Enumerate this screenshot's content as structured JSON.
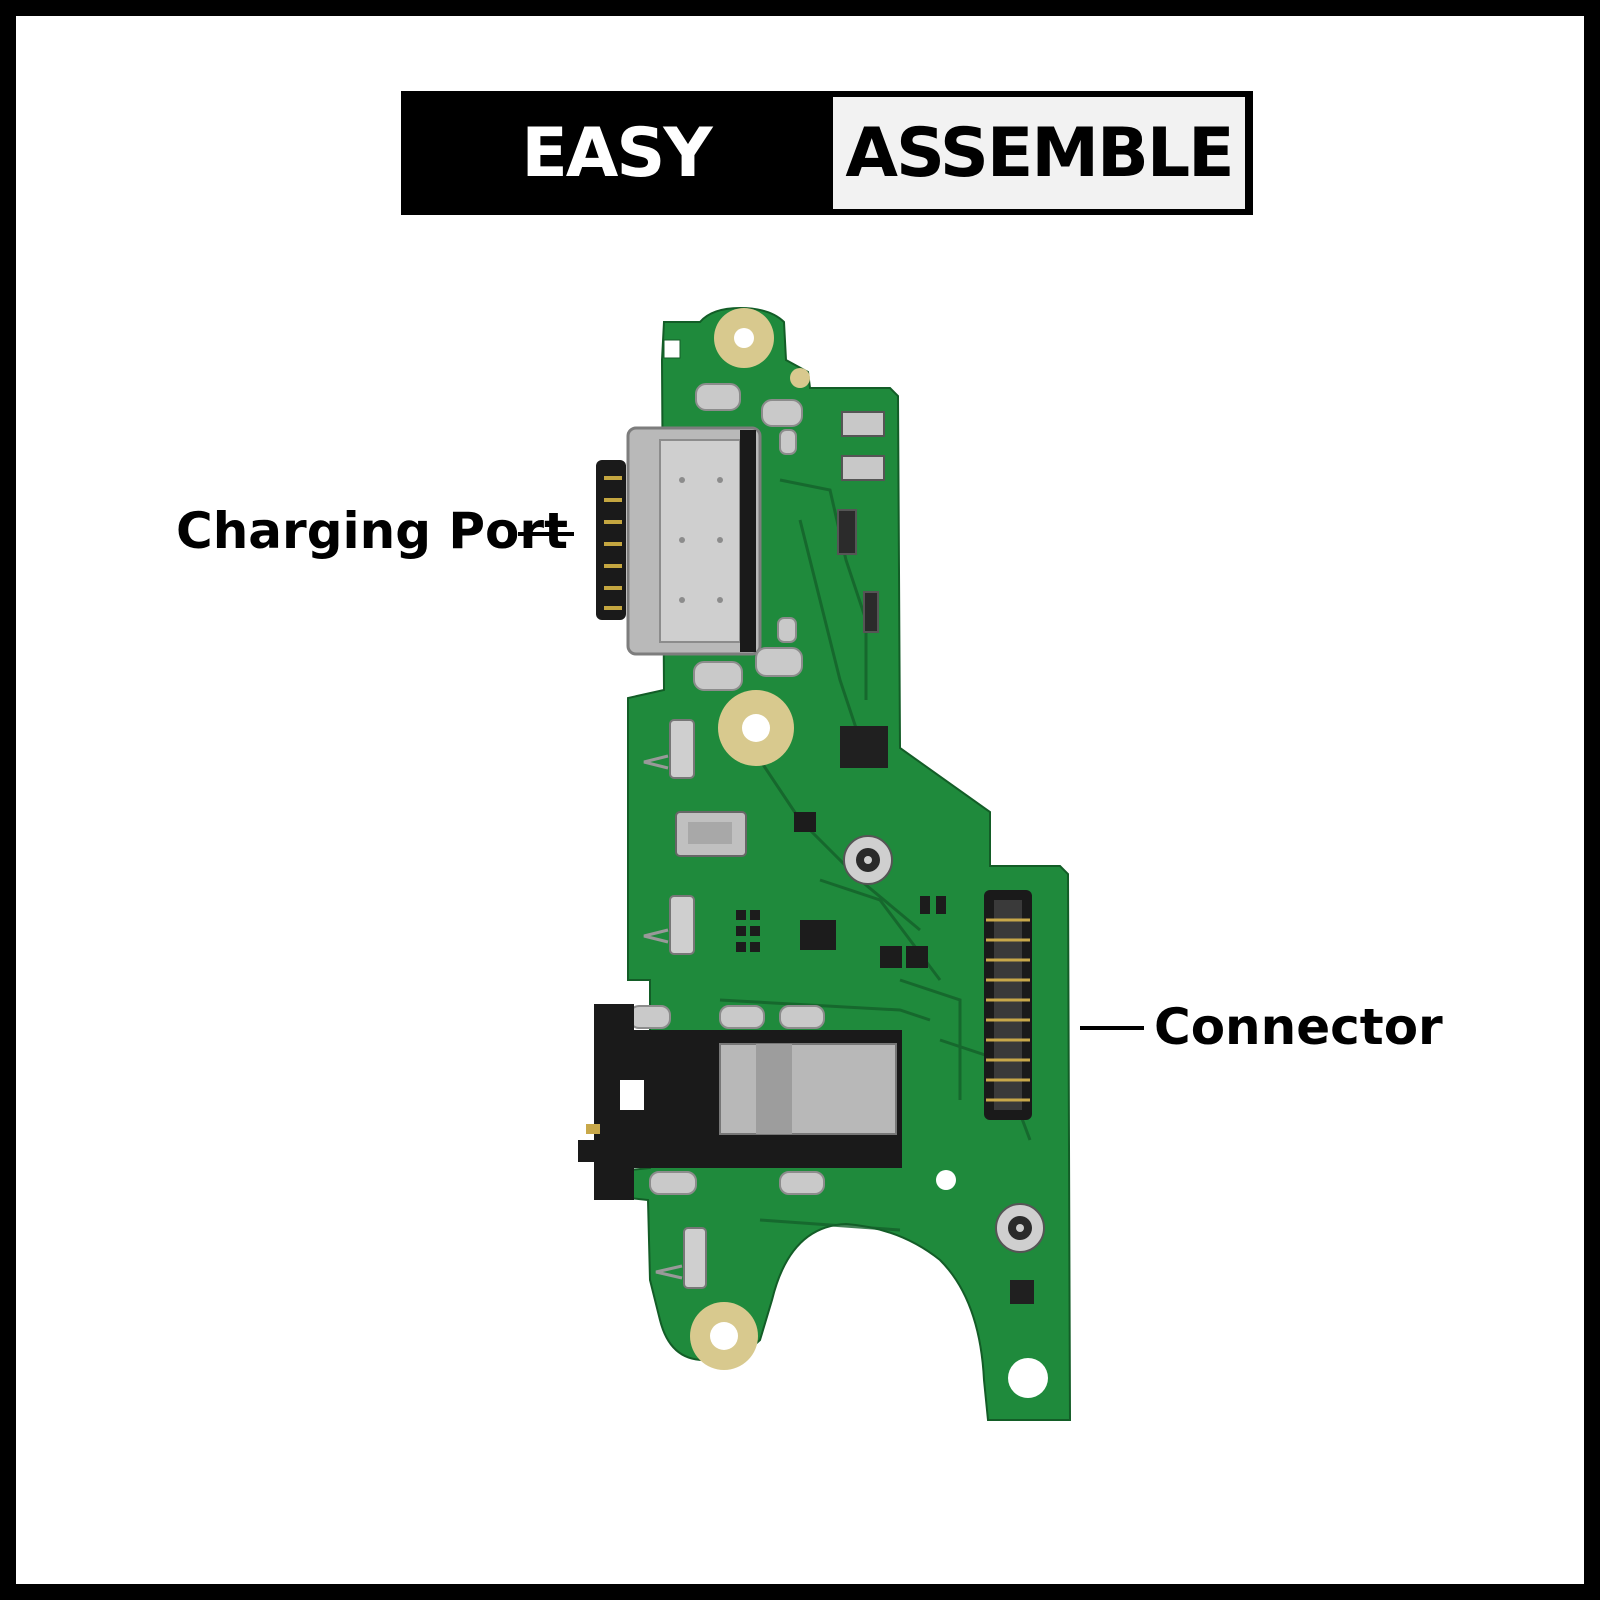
{
  "banner": {
    "left_text": "EASY",
    "right_text": "ASSEMBLE"
  },
  "callouts": {
    "charging_port": "Charging Port",
    "connector": "Connector"
  },
  "colors": {
    "pcb_green": "#1f8a3c",
    "pcb_dark_trace": "#14602a",
    "gold_pad": "#d8c98e",
    "metal": "#b9b9b9",
    "jack_black": "#1a1a1a"
  }
}
